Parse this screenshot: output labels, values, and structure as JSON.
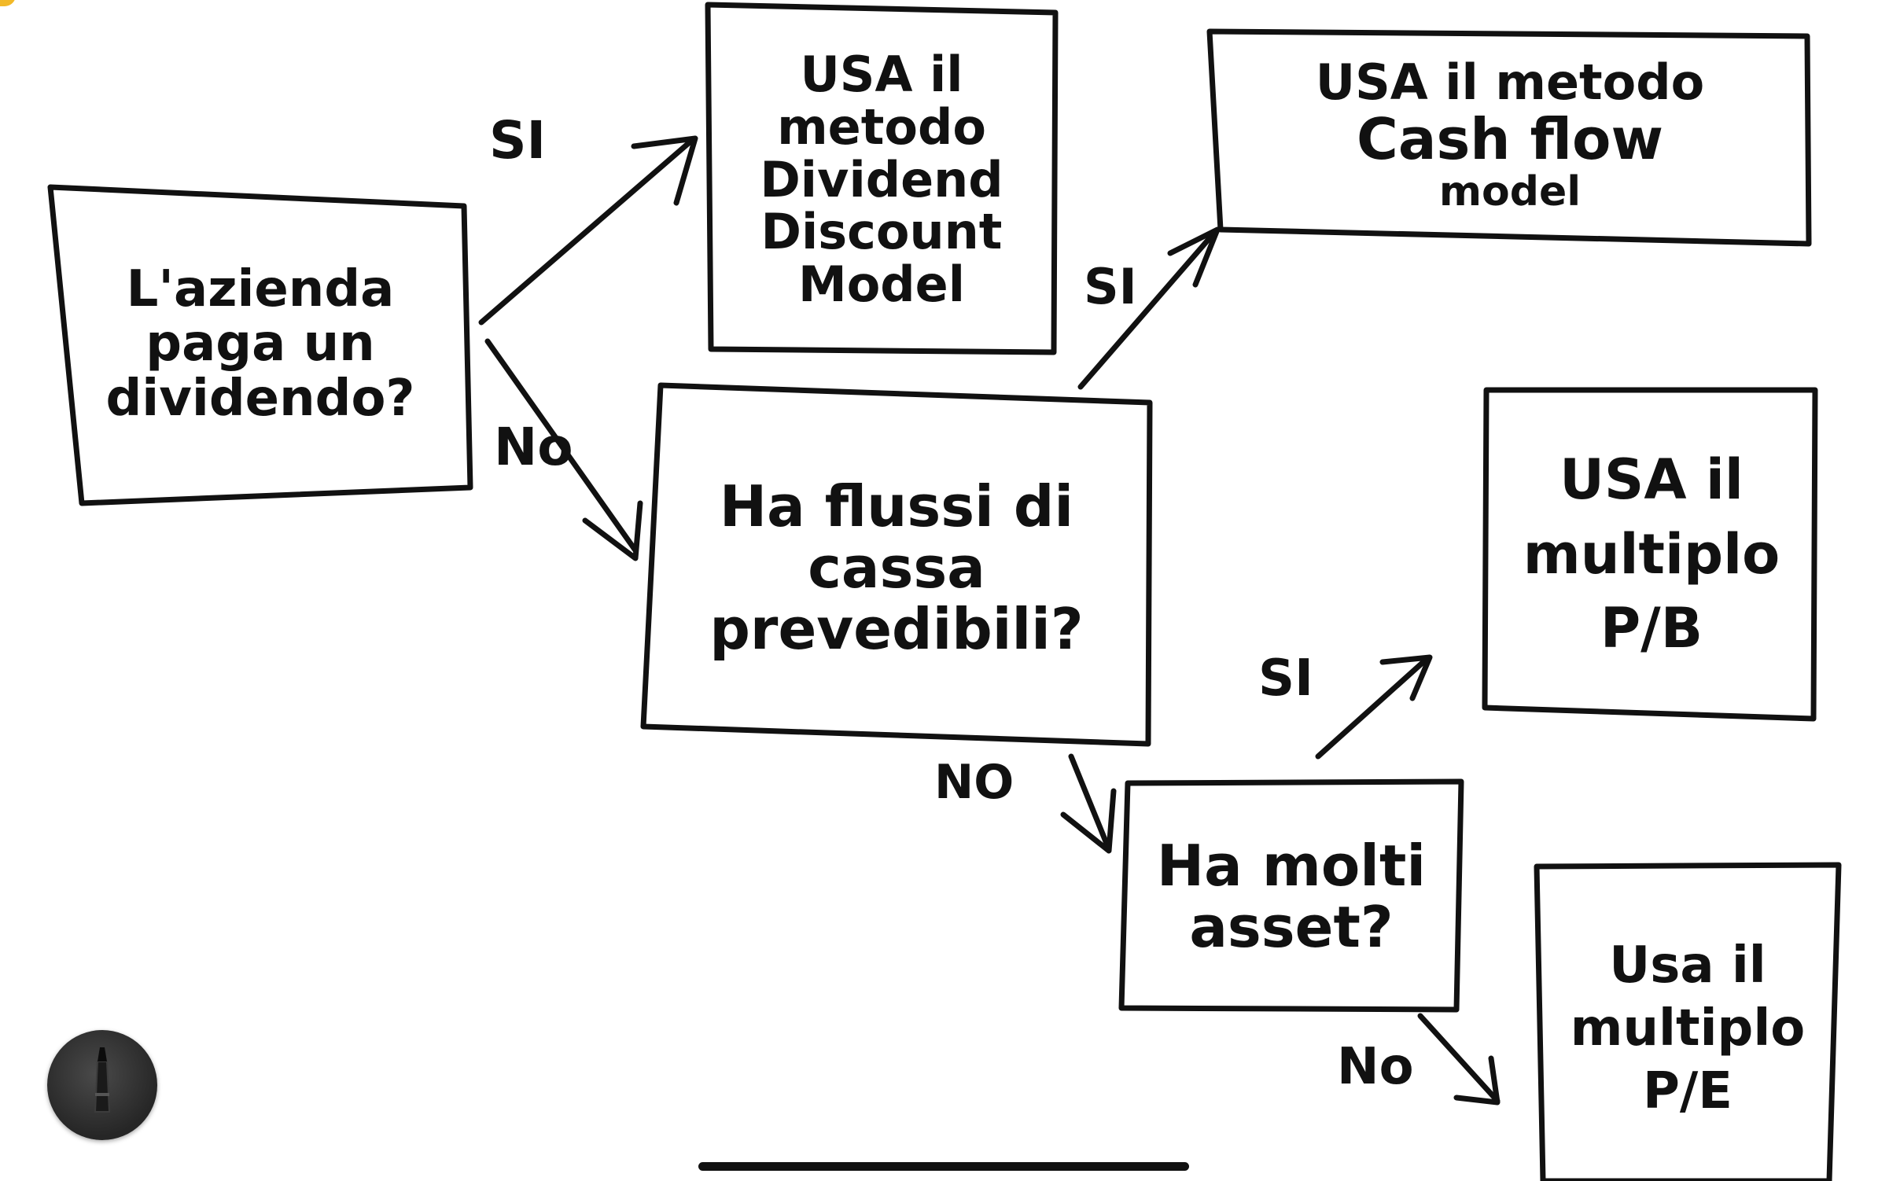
{
  "colors": {
    "ink": "#111111",
    "paper": "#ffffff",
    "pencil_button": "#2e2e2e",
    "corner_accent": "#f2b928"
  },
  "nodes": {
    "dividend_question": {
      "lines": [
        "L'azienda",
        "paga un",
        "dividendo?"
      ]
    },
    "ddm": {
      "lines": [
        "USA il",
        "metodo",
        "Dividend",
        "Discount",
        "Model"
      ]
    },
    "cashflow_question": {
      "lines": [
        "Ha flussi di",
        "cassa",
        "prevedibili?"
      ]
    },
    "cfm": {
      "lines": [
        "USA il metodo",
        "Cash flow",
        "model"
      ]
    },
    "assets_question": {
      "lines": [
        "Ha molti",
        "asset?"
      ]
    },
    "pb": {
      "lines": [
        "USA il",
        "multiplo",
        "P/B"
      ]
    },
    "pe": {
      "lines": [
        "Usa il",
        "multiplo",
        "P/E"
      ]
    }
  },
  "edge_labels": {
    "dividend_yes": "SI",
    "dividend_no": "No",
    "cashflow_yes": "SI",
    "cashflow_no": "NO",
    "assets_yes": "SI",
    "assets_no": "No"
  },
  "toolbar": {
    "pencil_icon": "pencil-icon"
  }
}
